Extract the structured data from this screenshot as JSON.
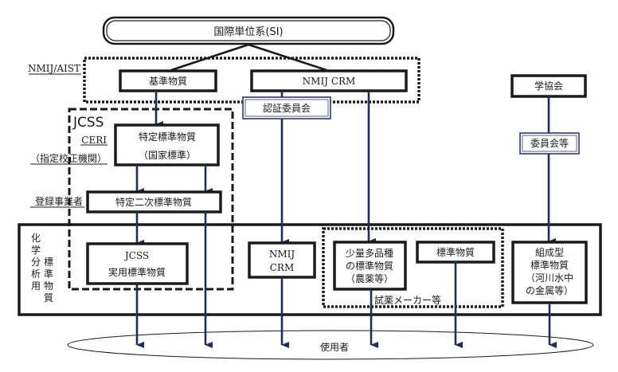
{
  "title": "国際単位系(SI)",
  "groups": {
    "nmij_aist": "NMIJ/AIST",
    "jcss": "JCSS",
    "ceri": "CERI",
    "designated_calibration": "（指定校正機関）",
    "registered_operator": "登録事業者",
    "reagent_maker": "試薬メーカー等",
    "chem_analysis_vertical_1": [
      "化",
      "学",
      "分",
      "析",
      "用"
    ],
    "chem_analysis_vertical_2": [
      "標",
      "準",
      "物",
      "質"
    ]
  },
  "boxes": {
    "base_rm": "基準物質",
    "nmij_crm_top": "NMIJ CRM",
    "academic_society": "学協会",
    "certification_committee": "認証委員会",
    "committee_etc": "委員会等",
    "specified_rm_line1": "特定標準物質",
    "specified_rm_line2": "（国家標準）",
    "specified_secondary_rm": "特定二次標準物質",
    "jcss_practical_line1": "JCSS",
    "jcss_practical_line2": "実用標準物質",
    "nmij_crm_line1": "NMIJ",
    "nmij_crm_line2": "CRM",
    "small_multi_line1": "少量多品種",
    "small_multi_line2": "の標準物質",
    "small_multi_line3": "（農薬等）",
    "standard_rm": "標準物質",
    "composition_line1": "組成型",
    "composition_line2": "標準物質",
    "composition_line3": "（河川水中",
    "composition_line4": "の金属等）"
  },
  "users": "使用者",
  "colors": {
    "arrow": "#1f2d5a",
    "box_border": "#1a1a1a",
    "committee_border": "#2e3a6b"
  }
}
